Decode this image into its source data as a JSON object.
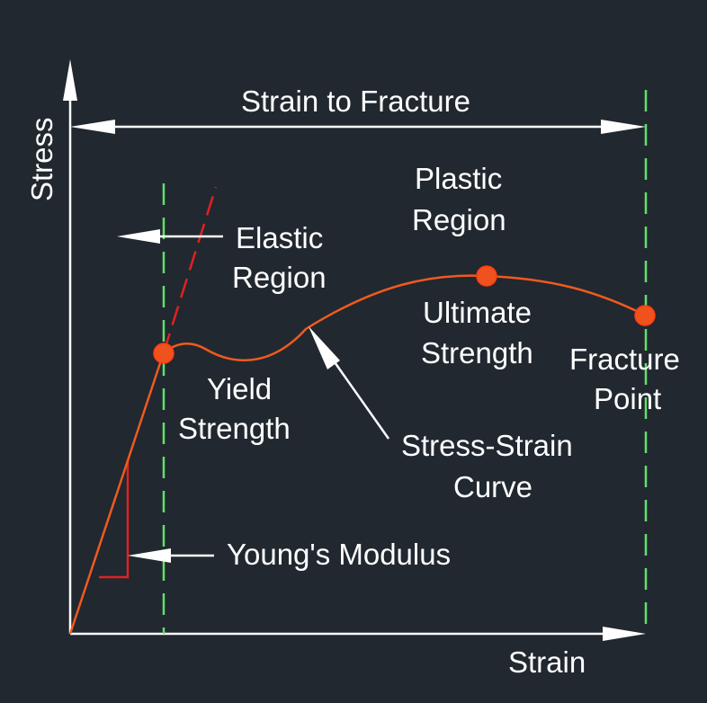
{
  "labels": {
    "y_axis": "Stress",
    "x_axis": "Strain",
    "strain_to_fracture": "Strain to Fracture",
    "plastic_region": [
      "Plastic",
      "Region"
    ],
    "elastic_region": [
      "Elastic",
      "Region"
    ],
    "ultimate_strength": [
      "Ultimate",
      "Strength"
    ],
    "fracture_point": [
      "Fracture",
      "Point"
    ],
    "yield_strength": [
      "Yield",
      "Strength"
    ],
    "stress_strain_curve": [
      "Stress-Strain",
      "Curve"
    ],
    "youngs_modulus": "Young's Modulus"
  },
  "colors": {
    "background": "#212830",
    "text": "#ffffff",
    "curve": "#f05a1e",
    "guide_lines": "#62e06a",
    "elastic_extension": "#e02222",
    "points": "#f0521e"
  }
}
